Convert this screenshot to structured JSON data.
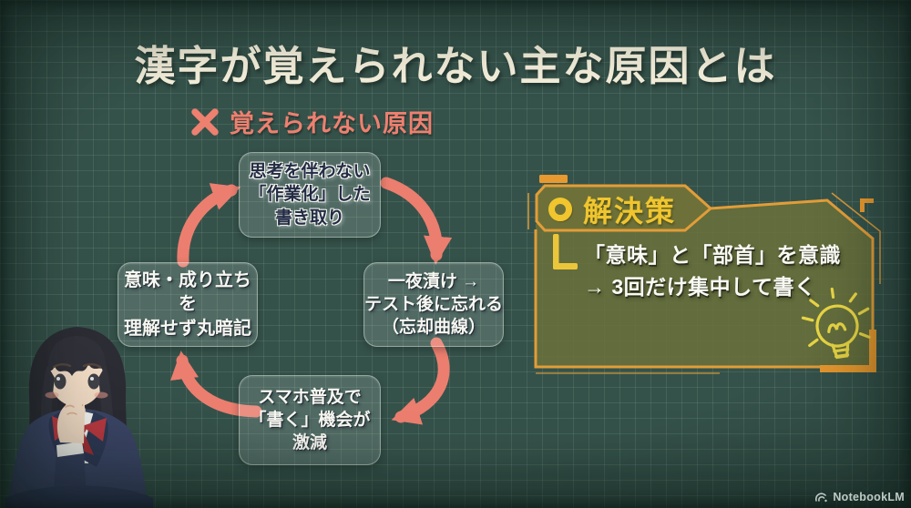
{
  "title": "漢字が覚えられない主な原因とは",
  "cause_label": {
    "icon": "cross-icon",
    "text": "覚えられない原因"
  },
  "cycle": {
    "boxes": [
      {
        "id": "top",
        "lines": [
          "思考を伴わない",
          "「作業化」した",
          "書き取り"
        ]
      },
      {
        "id": "right",
        "lines": [
          "一夜漬け →",
          "テスト後に忘れる",
          "（忘却曲線）"
        ]
      },
      {
        "id": "bottom",
        "lines": [
          "スマホ普及で",
          "「書く」機会が",
          "激減"
        ]
      },
      {
        "id": "left",
        "lines": [
          "意味・成り立ちを",
          "理解せず丸暗記"
        ]
      }
    ],
    "arrow_color": "#ec7e6f",
    "direction": "clockwise"
  },
  "solution": {
    "badge_icon": "circle-outline-icon",
    "badge_label": "解決策",
    "lines": [
      "「意味」と「部首」を意識",
      "→ 3回だけ集中して書く"
    ],
    "decoration_icon": "lightbulb-icon",
    "border_color": "#e29d38",
    "fill_color": "#6d7139",
    "accent_yellow": "#f0c52e"
  },
  "illustration": "thinking-schoolgirl",
  "watermark": {
    "icon": "notebooklm-logo-icon",
    "brand": "NotebookLM"
  },
  "colors": {
    "background": "#35524a",
    "title_cream": "#f3eeda",
    "cause_red": "#ee8070"
  }
}
